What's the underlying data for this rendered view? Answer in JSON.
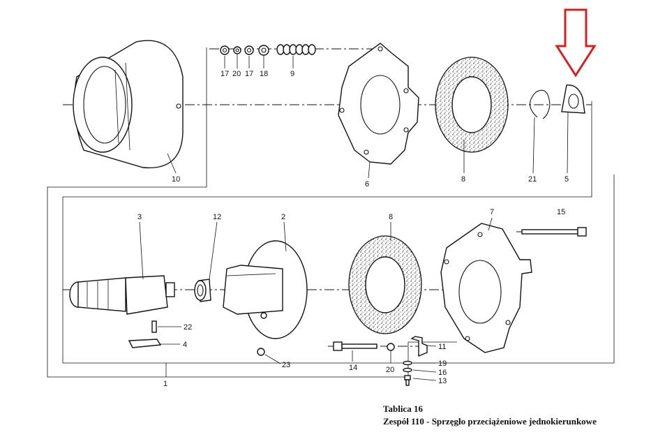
{
  "caption": {
    "title": "Tablica 16",
    "subtitle": "Zespół 110 - Sprzęgło przeciążeniowe jednokierunkowe"
  },
  "labels": {
    "p1": "1",
    "p2": "2",
    "p3": "3",
    "p4": "4",
    "p5": "5",
    "p6": "6",
    "p7": "7",
    "p8a": "8",
    "p8b": "8",
    "p9": "9",
    "p10": "10",
    "p11": "11",
    "p12": "12",
    "p13": "13",
    "p14": "14",
    "p15": "15",
    "p16": "16",
    "p17a": "17",
    "p17b": "17",
    "p18": "18",
    "p19": "19",
    "p20a": "20",
    "p20b": "20",
    "p21": "21",
    "p22": "22",
    "p23": "23"
  },
  "colors": {
    "line": "#111111",
    "arrow": "#d62020",
    "background": "#ffffff"
  }
}
